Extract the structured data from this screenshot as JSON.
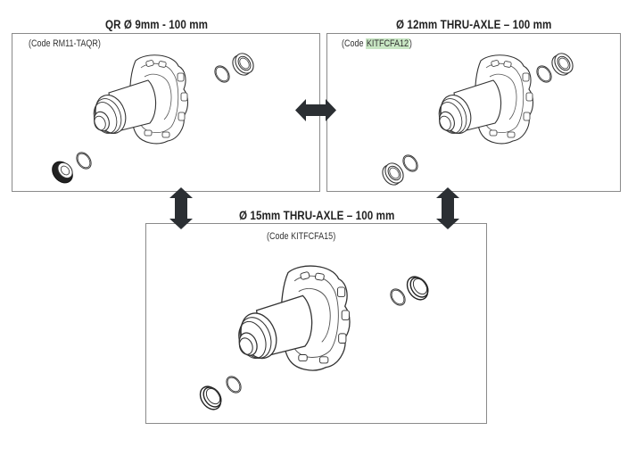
{
  "panels": {
    "qr": {
      "title": "QR Ø 9mm - 100 mm",
      "code_prefix": "(Code ",
      "code": "RM11-TAQR",
      "code_suffix": ")"
    },
    "thru12": {
      "title": "Ø 12mm THRU-AXLE – 100 mm",
      "code_prefix": "(Code ",
      "code": "KITFCFA12",
      "code_suffix": ")",
      "code_highlight_color": "#c8e6c3"
    },
    "thru15": {
      "title": "Ø 15mm THRU-AXLE – 100 mm",
      "code_prefix": "(Code ",
      "code": "KITFCFA15",
      "code_suffix": ")"
    }
  },
  "arrows": {
    "color": "#2b2f33",
    "items": [
      "qr-to-thru12 (horizontal)",
      "qr-to-thru15 (vertical)",
      "thru12-to-thru15 (vertical)"
    ]
  },
  "colors": {
    "panel_border": "#8a8a8a",
    "line_art": "#333333",
    "highlight": "#c8e6c3"
  }
}
